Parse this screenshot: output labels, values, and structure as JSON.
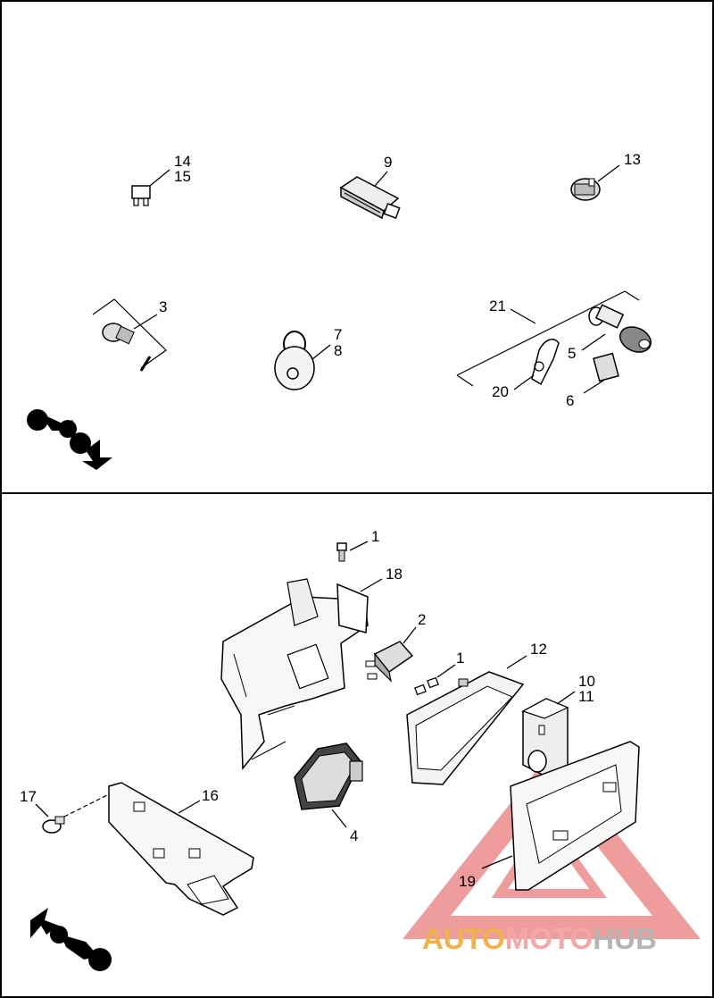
{
  "callouts": {
    "c14": "14",
    "c15": "15",
    "c9": "9",
    "c13": "13",
    "c3": "3",
    "c7": "7",
    "c8": "8",
    "c21": "21",
    "c5": "5",
    "c20": "20",
    "c6": "6",
    "c1a": "1",
    "c18": "18",
    "c2": "2",
    "c1b": "1",
    "c12": "12",
    "c10": "10",
    "c11": "11",
    "c17": "17",
    "c16": "16",
    "c4": "4",
    "c19": "19"
  },
  "watermark": {
    "part1": "AUTO",
    "part2": "MOTO",
    "part3": "HUB",
    "color_orange": "#f2b24a",
    "color_pink": "#f4a7a7",
    "color_gray": "#b5b5b5"
  }
}
